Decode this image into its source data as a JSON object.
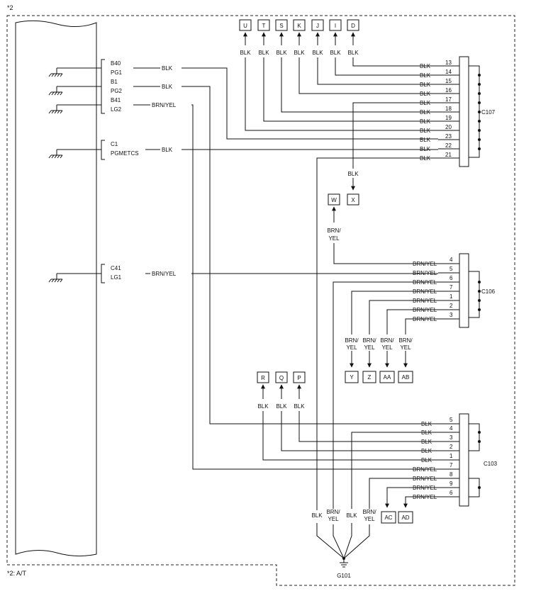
{
  "header_note": "*2",
  "footer_note": "*2: A/T",
  "ground_label": "G101",
  "ecm_pins": [
    {
      "pin": "B40",
      "name": "PG1"
    },
    {
      "pin": "B1",
      "name": "PG2"
    },
    {
      "pin": "B41",
      "name": "LG2"
    },
    {
      "pin": "C1",
      "name": "PGMETCS"
    },
    {
      "pin": "C41",
      "name": "LG1"
    }
  ],
  "wire_colors": {
    "blk": "BLK",
    "brn_yel": "BRN/YEL",
    "brn_yel_top": "BRN/",
    "brn_yel_bottom": "YEL"
  },
  "connectors": {
    "c107": {
      "label": "C107",
      "pins": [
        "13",
        "14",
        "15",
        "16",
        "17",
        "18",
        "19",
        "20",
        "23",
        "22",
        "21"
      ],
      "colors": [
        "BLK",
        "BLK",
        "BLK",
        "BLK",
        "BLK",
        "BLK",
        "BLK",
        "BLK",
        "BLK",
        "BLK",
        "BLK"
      ]
    },
    "c106": {
      "label": "C106",
      "pins": [
        "4",
        "5",
        "6",
        "7",
        "1",
        "2",
        "3"
      ],
      "colors": [
        "BRN/YEL",
        "BRN/YEL",
        "BRN/YEL",
        "BRN/YEL",
        "BRN/YEL",
        "BRN/YEL",
        "BRN/YEL"
      ]
    },
    "c103": {
      "label": "C103",
      "pins": [
        "5",
        "4",
        "3",
        "2",
        "1",
        "7",
        "8",
        "9",
        "6"
      ],
      "colors": [
        "BLK",
        "BLK",
        "BLK",
        "BLK",
        "BLK",
        "BRN/YEL",
        "BRN/YEL",
        "BRN/YEL",
        "BRN/YEL"
      ]
    }
  },
  "top_boxes": [
    "U",
    "T",
    "S",
    "K",
    "J",
    "I",
    "D"
  ],
  "mid_boxes": [
    "W",
    "X"
  ],
  "brn_boxes": [
    "Y",
    "Z",
    "AA",
    "AB"
  ],
  "lower_boxes": [
    "R",
    "Q",
    "P"
  ],
  "ground_boxes": [
    "AC",
    "AD"
  ]
}
